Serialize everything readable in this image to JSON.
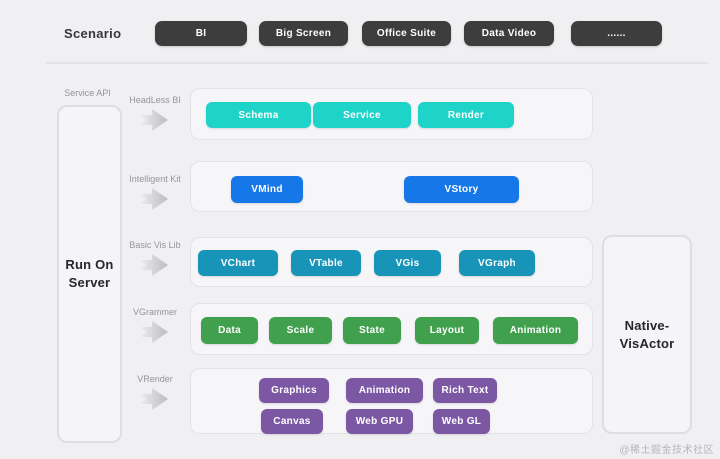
{
  "watermark": "@稀土掘金技术社区",
  "colors": {
    "scenario_chip": "#3D3D3D",
    "headless_bi_pills": "#1ED3C8",
    "intelligent_kit_pills": "#1677E8",
    "basic_vis_lib_pills": "#1794B8",
    "vgrammer_pills": "#41A04E",
    "vrender_pills": "#7C58A4",
    "background": "#F0F0F2"
  },
  "scenario": {
    "label": "Scenario",
    "chips": [
      "BI",
      "Big Screen",
      "Office Suite",
      "Data Video",
      "......"
    ]
  },
  "left": {
    "api_label": "Service API",
    "server_box": {
      "line1": "Run On",
      "line2": "Server"
    }
  },
  "layers": [
    {
      "name": "HeadLess BI",
      "items": [
        "Schema",
        "Service",
        "Render"
      ]
    },
    {
      "name": "Intelligent Kit",
      "items": [
        "VMind",
        "VStory"
      ]
    },
    {
      "name": "Basic Vis Lib",
      "items": [
        "VChart",
        "VTable",
        "VGis",
        "VGraph"
      ]
    },
    {
      "name": "VGrammer",
      "items": [
        "Data",
        "Scale",
        "State",
        "Layout",
        "Animation"
      ]
    },
    {
      "name": "VRender",
      "rows": [
        [
          "Graphics",
          "Animation",
          "Rich Text"
        ],
        [
          "Canvas",
          "Web GPU",
          "Web GL"
        ]
      ]
    }
  ],
  "right_box": {
    "line1": "Native-",
    "line2": "VisActor"
  }
}
